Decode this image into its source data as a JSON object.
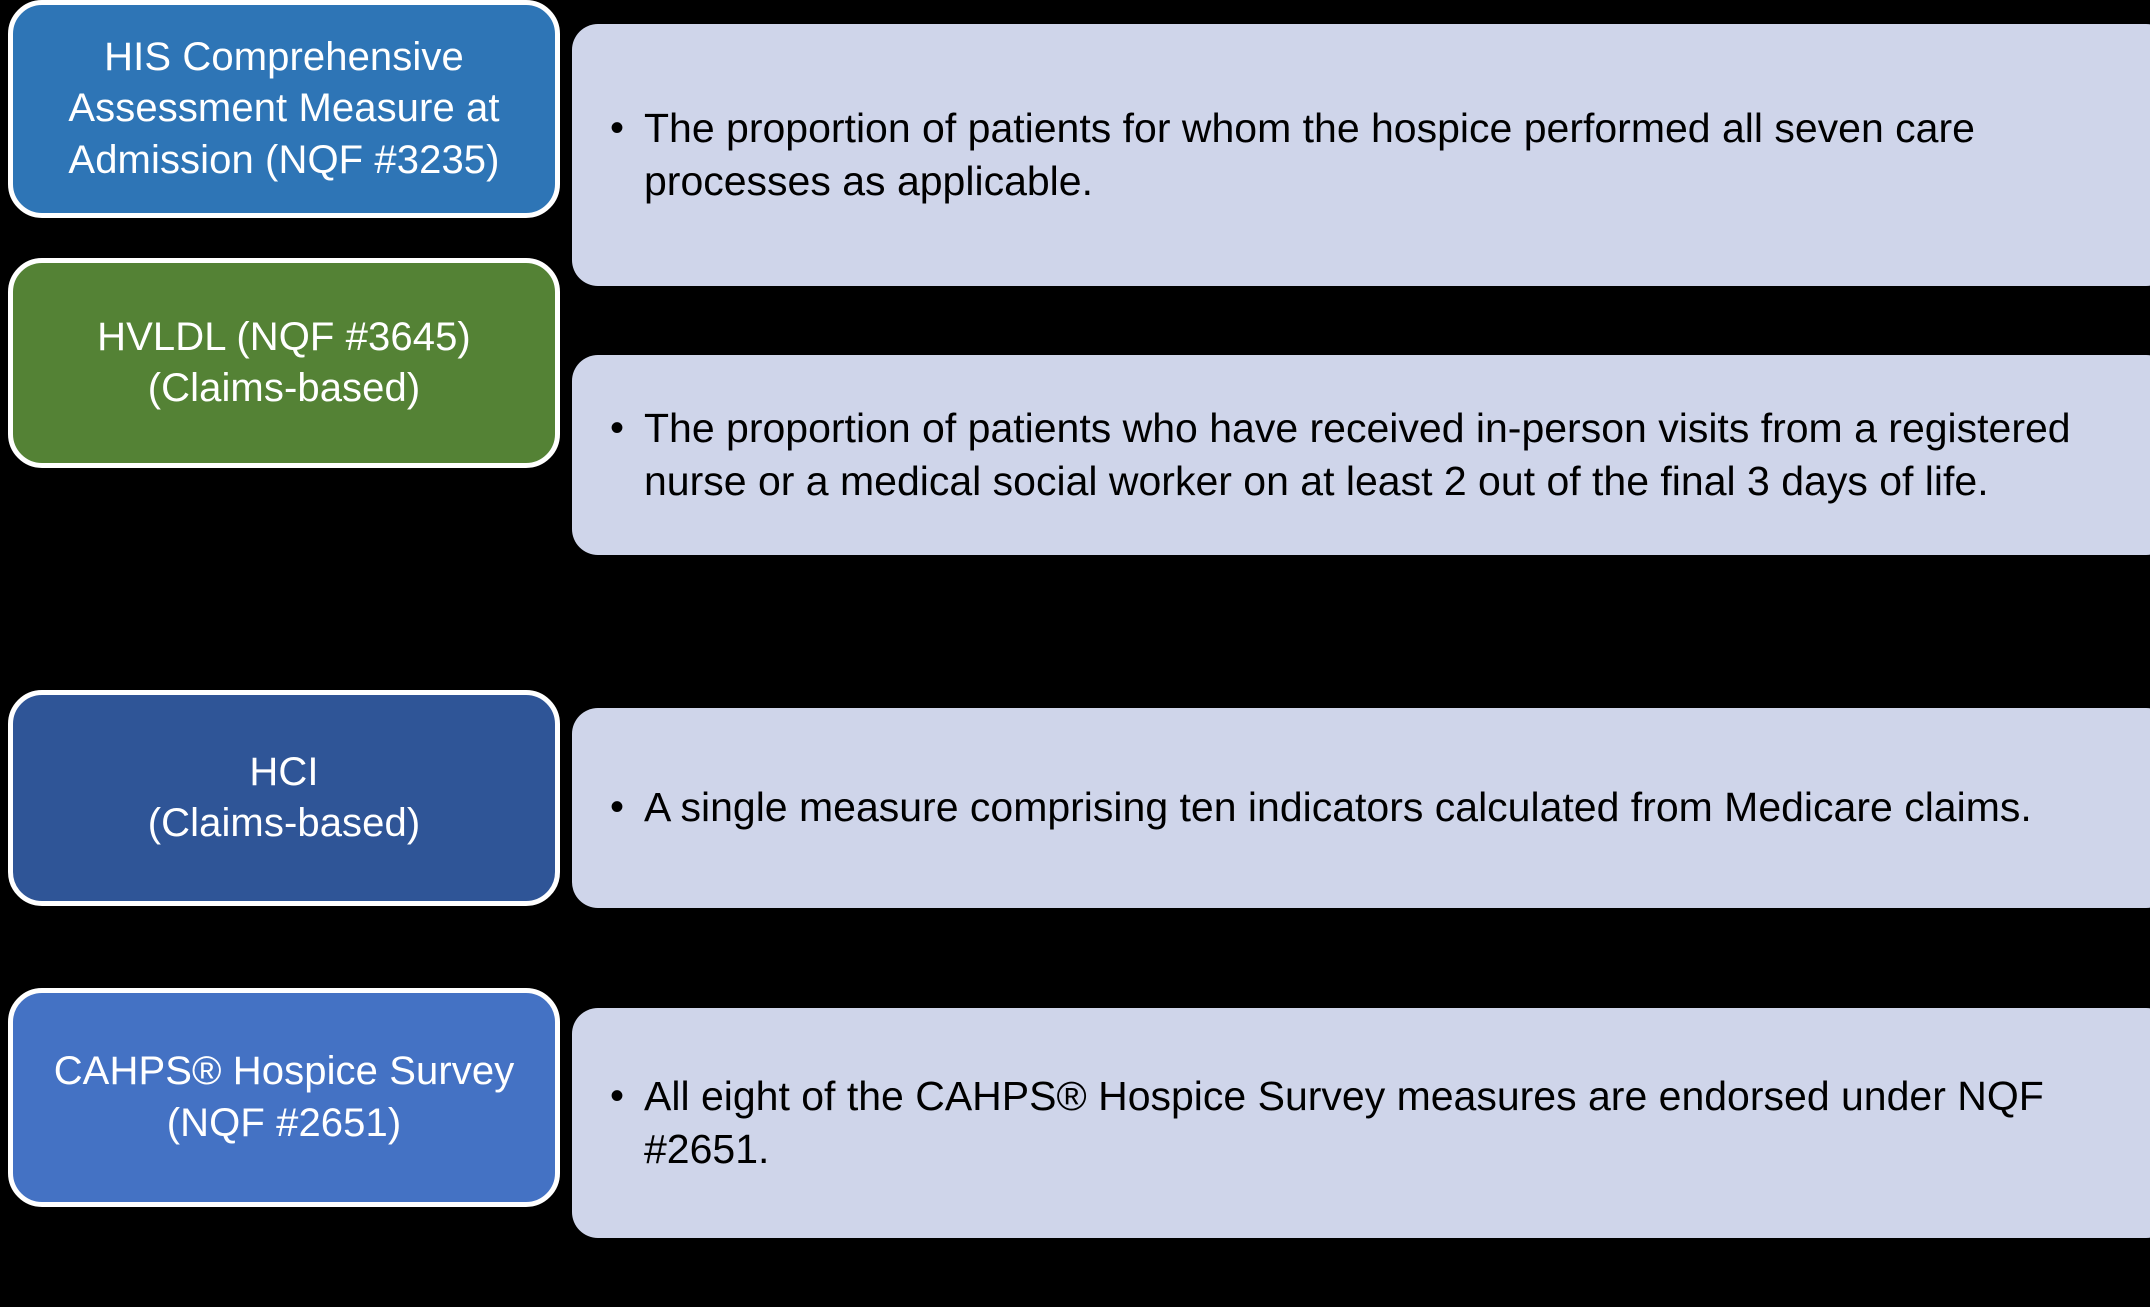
{
  "colors": {
    "background": "#000000",
    "panel_background": "#cfd5ea",
    "box_border": "#ffffff",
    "box_text": "#ffffff",
    "panel_text": "#000000",
    "row1_box": "#2e75b6",
    "row2_box": "#548235",
    "row3_box": "#2f5597",
    "row4_box": "#4472c4"
  },
  "rows": [
    {
      "id": "his-comprehensive-assessment",
      "label_lines": [
        "HIS Comprehensive",
        "Assessment Measure at",
        "Admission (NQF #3235)"
      ],
      "bullet_marker": "•",
      "description": "The proportion of patients for whom the hospice performed all seven care processes as applicable."
    },
    {
      "id": "hvldl",
      "label_lines": [
        "HVLDL (NQF #3645)",
        "(Claims-based)"
      ],
      "bullet_marker": "•",
      "description": "The proportion of patients who have received in-person visits from a registered nurse or a medical social worker on at least 2 out of the final 3 days of life."
    },
    {
      "id": "hci",
      "label_lines": [
        "HCI",
        "(Claims-based)"
      ],
      "bullet_marker": "•",
      "description": "A single measure comprising ten indicators calculated from Medicare claims."
    },
    {
      "id": "cahps-hospice-survey",
      "label_lines": [
        "CAHPS® Hospice Survey",
        "(NQF #2651)"
      ],
      "bullet_marker": "•",
      "description": "All eight of the CAHPS® Hospice Survey measures are endorsed under NQF #2651."
    }
  ]
}
